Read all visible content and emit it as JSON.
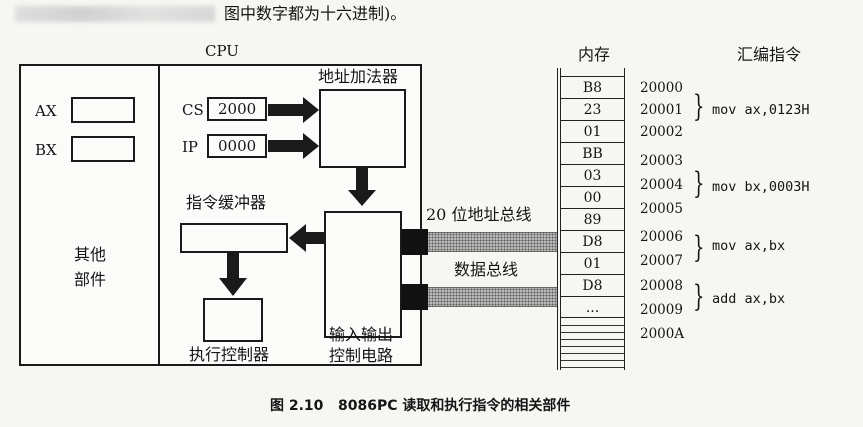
{
  "intro_text": "图中数字都为十六进制)。",
  "cpu": {
    "title": "CPU",
    "registers": {
      "ax_label": "AX",
      "bx_label": "BX",
      "cs_label": "CS",
      "cs_value": "2000",
      "ip_label": "IP",
      "ip_value": "0000"
    },
    "other_parts_line1": "其他",
    "other_parts_line2": "部件",
    "address_adder": "地址加法器",
    "instruction_buffer": "指令缓冲器",
    "execution_controller": "执行控制器",
    "io_control_line1": "输入输出",
    "io_control_line2": "控制电路"
  },
  "buses": {
    "address_bus": "20 位地址总线",
    "data_bus": "数据总线"
  },
  "memory": {
    "header": "内存",
    "cells": [
      "B8",
      "23",
      "01",
      "BB",
      "03",
      "00",
      "89",
      "D8",
      "01",
      "D8",
      "..."
    ],
    "addresses": [
      "20000",
      "20001",
      "20002",
      "20003",
      "20004",
      "20005",
      "20006",
      "20007",
      "20008",
      "20009",
      "2000A"
    ]
  },
  "assembly": {
    "header": "汇编指令",
    "instructions": [
      "mov ax,0123H",
      "mov bx,0003H",
      "mov ax,bx",
      "add ax,bx"
    ]
  },
  "caption": "图 2.10   8086PC 读取和执行指令的相关部件"
}
